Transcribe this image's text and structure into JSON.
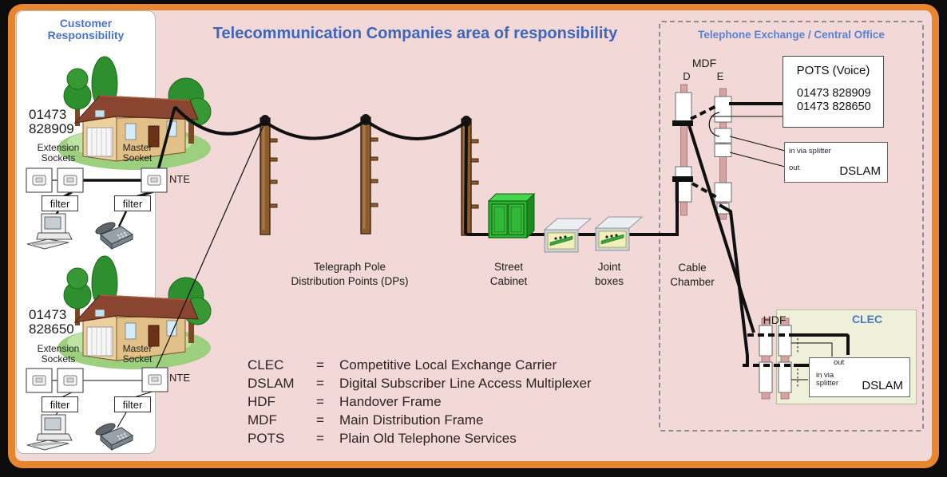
{
  "colors": {
    "frame_orange": "#e8862f",
    "background_pink": "#f2d9d7",
    "title_blue": "#3f66b8",
    "exchange_title_blue": "#5b82d4",
    "clec_blue": "#4a7ac2",
    "cabinet_green": "#2ab42e",
    "wire_black": "#101010",
    "mdf_bar_pink": "#d4a3a3",
    "clec_box_fill": "#eef0da"
  },
  "customer_panel": {
    "title": "Customer\nResponsibility",
    "houses": [
      {
        "phone_number": "01473\n828909",
        "extension_label": "Extension\nSockets",
        "master_label": "Master\nSocket",
        "nte_label": "NTE",
        "filter_left": "filter",
        "filter_right": "filter"
      },
      {
        "phone_number": "01473\n828650",
        "extension_label": "Extension\nSockets",
        "master_label": "Master\nSocket",
        "nte_label": "NTE",
        "filter_left": "filter",
        "filter_right": "filter"
      }
    ]
  },
  "main_area": {
    "title": "Telecommunication Companies area of responsibility",
    "poles_label": "Telegraph Pole\nDistribution Points (DPs)",
    "street_cabinet_label": "Street\nCabinet",
    "joint_boxes_label": "Joint\nboxes",
    "cable_chamber_label": "Cable\nChamber"
  },
  "exchange": {
    "title": "Telephone Exchange / Central Office",
    "mdf_label": "MDF",
    "column_d_label": "D",
    "column_e_label": "E",
    "pots_box": {
      "title": "POTS (Voice)",
      "numbers": [
        "01473 828909",
        "01473 828650"
      ]
    },
    "dslam_box": {
      "in_label": "in via splitter",
      "out_label": "out",
      "name": "DSLAM"
    },
    "hdf_label": "HDF",
    "clec": {
      "label": "CLEC",
      "dslam": {
        "out_label": "out",
        "in_label": "in via\nsplitter",
        "name": "DSLAM"
      }
    }
  },
  "legend": {
    "rows": [
      {
        "abbr": "CLEC",
        "eq": "=",
        "definition": "Competitive Local Exchange Carrier"
      },
      {
        "abbr": "DSLAM",
        "eq": "=",
        "definition": "Digital Subscriber Line Access Multiplexer"
      },
      {
        "abbr": "HDF",
        "eq": "=",
        "definition": "Handover Frame"
      },
      {
        "abbr": "MDF",
        "eq": "=",
        "definition": "Main Distribution Frame"
      },
      {
        "abbr": "POTS",
        "eq": "=",
        "definition": "Plain Old Telephone Services"
      }
    ]
  }
}
